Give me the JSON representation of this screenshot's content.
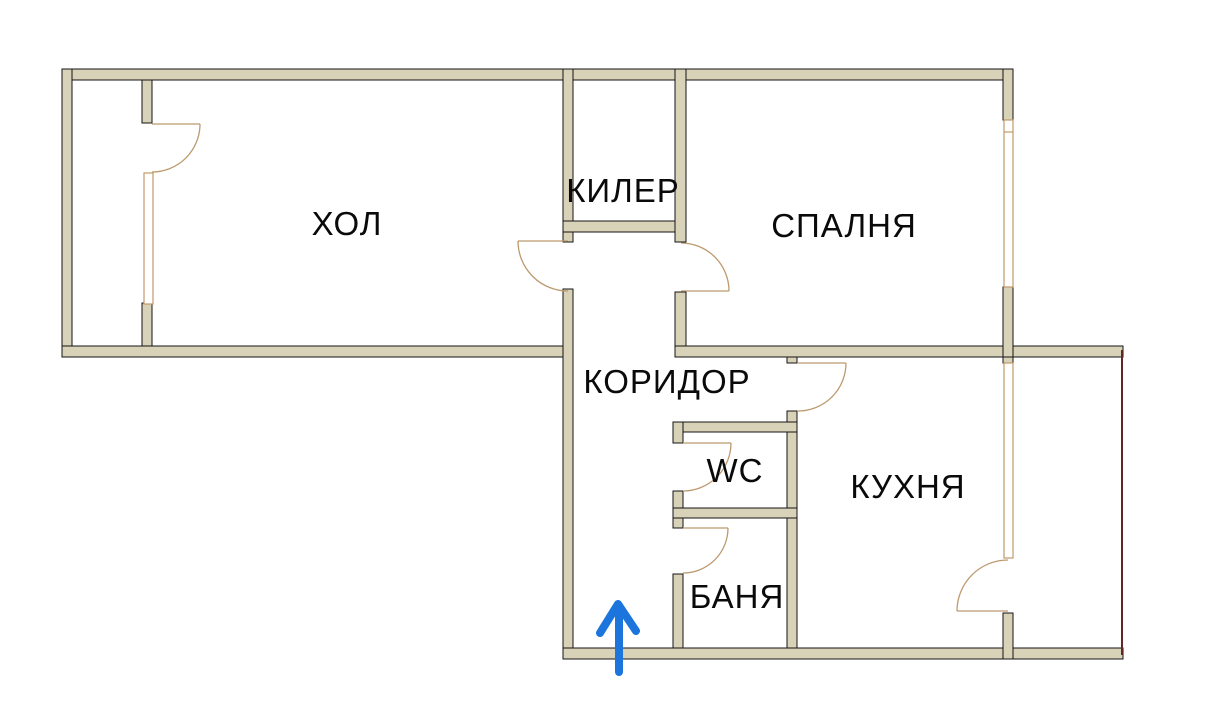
{
  "floorplan": {
    "rooms": {
      "hol": {
        "label": "ХОЛ"
      },
      "kiler": {
        "label": "КИЛЕР"
      },
      "spalnya": {
        "label": "СПАЛНЯ"
      },
      "koridor": {
        "label": "КОРИДОР"
      },
      "wc": {
        "label": "WC"
      },
      "banya": {
        "label": "БАНЯ"
      },
      "kuhnya": {
        "label": "КУХНЯ"
      }
    },
    "icons": {
      "entrance_arrow": "up-arrow"
    },
    "annotations": {
      "entrance_arrow_direction": "up"
    },
    "colors": {
      "background": "#ffffff",
      "wall_fill": "#d7d2b8",
      "wall_outline": "#141414",
      "door_arc": "#bd9a6e",
      "window_border": "#c09a6a",
      "balcony_edge": "#5f2823",
      "arrow": "#1c75dd",
      "text": "#0a0a0a"
    }
  }
}
